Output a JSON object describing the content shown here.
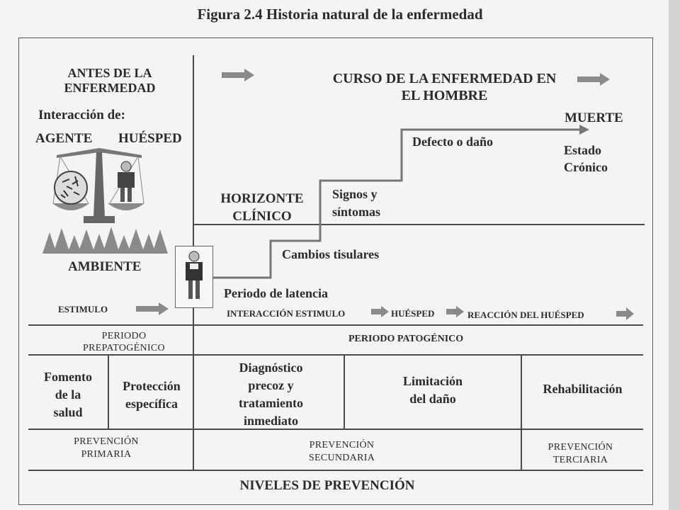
{
  "figure_title": "Figura 2.4 Historia natural de la enfermedad",
  "before": {
    "heading_line1": "ANTES DE LA",
    "heading_line2": "ENFERMEDAD",
    "interaction": "Interacción de:",
    "agent": "AGENTE",
    "host": "HUÉSPED",
    "environment": "AMBIENTE",
    "stimulus": "ESTIMULO"
  },
  "course": {
    "heading_line1": "CURSO DE LA ENFERMEDAD EN",
    "heading_line2": "EL HOMBRE",
    "death": "MUERTE",
    "chronic_line1": "Estado",
    "chronic_line2": "Crónico",
    "defect": "Defecto o daño",
    "signs_line1": "Signos y",
    "signs_line2": "síntomas",
    "horizon_line1": "HORIZONTE",
    "horizon_line2": "CLÍNICO",
    "tissue_changes": "Cambios tisulares",
    "latency": "Periodo de latencia",
    "seq_interaction": "INTERACCIÓN ESTIMULO",
    "seq_host": "HUÉSPED",
    "seq_reaction": "REACCIÓN DEL HUÉSPED"
  },
  "periods": {
    "prepathogenic_line1": "PERIODO",
    "prepathogenic_line2": "PREPATOGÉNICO",
    "pathogenic": "PERIODO PATOGÉNICO"
  },
  "actions": {
    "promotion": [
      "Fomento",
      "de la",
      "salud"
    ],
    "protection": [
      "Protección",
      "específica"
    ],
    "diagnosis": [
      "Diagnóstico",
      "precoz y",
      "tratamiento",
      "inmediato"
    ],
    "limitation": [
      "Limitación",
      "del daño"
    ],
    "rehabilitation": "Rehabilitación"
  },
  "prevention": {
    "primary": [
      "PREVENCIÓN",
      "PRIMARIA"
    ],
    "secondary": [
      "PREVENCIÓN",
      "SECUNDARIA"
    ],
    "tertiary": [
      "PREVENCIÓN",
      "TERCIARIA"
    ],
    "footer": "NIVELES DE PREVENCIÓN"
  },
  "colors": {
    "line": "#4a4a4a",
    "arrow": "#8a8a8a",
    "paper": "#f4f4f2"
  }
}
